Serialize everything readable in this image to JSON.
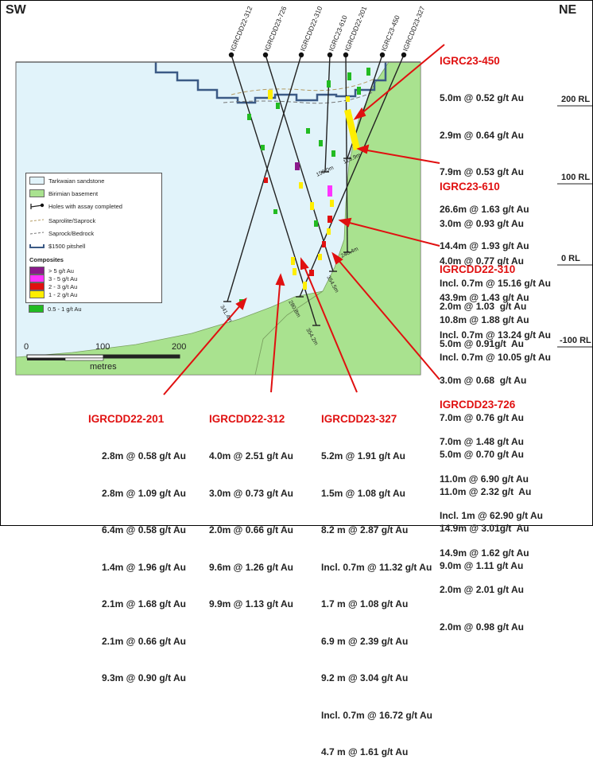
{
  "directions": {
    "left": "SW",
    "right": "NE"
  },
  "colors": {
    "sandstone": "#e1f3fa",
    "basement": "#a9e28f",
    "over5": "#8b1a8b",
    "g3to5": "#ff33ff",
    "g2to3": "#e01010",
    "g1to2": "#ffee00",
    "g05to1": "#22bb22",
    "pitshell": "#3b5a85",
    "callout": "#e01010"
  },
  "holes": [
    {
      "id": "IGRCDD22-312",
      "depth": "354.2m"
    },
    {
      "id": "IGRCDD23-726",
      "depth": "354.5m"
    },
    {
      "id": "IGRCDD22-310",
      "depth": "341.4m"
    },
    {
      "id": "IGRC23-610",
      "depth": "150.0m"
    },
    {
      "id": "IGRCDD22-201",
      "depth": "240.4m"
    },
    {
      "id": "IGRC23-450",
      "depth": "128.9m"
    },
    {
      "id": "IGRCDD23-327",
      "depth": "280.8m"
    }
  ],
  "rl_labels": [
    "200 RL",
    "100 RL",
    "0 RL",
    "-100 RL"
  ],
  "legend": {
    "items": [
      "Tarkwaian sandstone",
      "Birimian basement",
      "Holes with assay completed",
      "Saprolite/Saprock",
      "Saprock/Bedrock",
      "$1500 pitshell"
    ],
    "composites_title": "Composites",
    "composites": [
      "> 5 g/t Au",
      "3 - 5 g/t Au",
      "2 - 3 g/t Au",
      "1 - 2 g/t Au",
      "0.5 - 1 g/t Au"
    ]
  },
  "scale": {
    "ticks": [
      "0",
      "100",
      "200"
    ],
    "unit": "metres"
  },
  "annotations": [
    {
      "title": "IGRC23-450",
      "lines": [
        "5.0m @ 0.52 g/t Au",
        "2.9m @ 0.64 g/t Au",
        "7.9m @ 0.53 g/t Au",
        "26.6m @ 1.63 g/t Au",
        "14.4m @ 1.93 g/t Au",
        "Incl. 0.7m @ 15.16 g/t Au",
        "10.8m @ 1.88 g/t Au",
        "Incl. 0.7m @ 10.05 g/t Au"
      ]
    },
    {
      "title": "IGRC23-610",
      "lines": [
        "3.0m @ 0.93 g/t Au",
        "4.0m @ 0.77 g/t Au",
        "43.9m @ 1.43 g/t Au",
        "Incl. 0.7m @ 13.24 g/t Au"
      ]
    },
    {
      "title": "IGRCDD22-310",
      "lines": [
        "2.0m @ 1.03  g/t Au",
        "5.0m @ 0.91g/t  Au",
        "3.0m @ 0.68  g/t Au",
        "7.0m @ 0.76 g/t Au",
        "5.0m @ 0.70 g/t Au",
        "11.0m @ 2.32 g/t  Au",
        "14.9m @ 3.01g/t  Au",
        "9.0m @ 1.11 g/t Au"
      ]
    },
    {
      "title": "IGRCDD23-726",
      "lines": [
        "7.0m @ 1.48 g/t Au",
        "11.0m @ 6.90 g/t Au",
        "Incl. 1m @ 62.90 g/t Au",
        "14.9m @ 1.62 g/t Au",
        "2.0m @ 2.01 g/t Au",
        "2.0m @ 0.98 g/t Au"
      ]
    },
    {
      "title": "IGRCDD22-201",
      "lines": [
        "2.8m @ 0.58 g/t Au",
        "2.8m @ 1.09 g/t Au",
        "6.4m @ 0.58 g/t Au",
        "1.4m @ 1.96 g/t Au",
        "2.1m @ 1.68 g/t Au",
        "2.1m @ 0.66 g/t Au",
        "9.3m @ 0.90 g/t Au"
      ]
    },
    {
      "title": "IGRCDD22-312",
      "lines": [
        "4.0m @ 2.51 g/t Au",
        "3.0m @ 0.73 g/t Au",
        "2.0m @ 0.66 g/t Au",
        "9.6m @ 1.26 g/t Au",
        "9.9m @ 1.13 g/t Au"
      ]
    },
    {
      "title": "IGRCDD23-327",
      "lines": [
        "5.2m @ 1.91 g/t Au",
        "1.5m @ 1.08 g/t Au",
        "8.2 m @ 2.87 g/t Au",
        "Incl. 0.7m @ 11.32 g/t Au",
        "1.7 m @ 1.08 g/t Au",
        "6.9 m @ 2.39 g/t Au",
        "9.2 m @ 3.04 g/t Au",
        "Incl. 0.7m @ 16.72 g/t Au",
        "4.7 m @ 1.61 g/t Au"
      ]
    }
  ]
}
